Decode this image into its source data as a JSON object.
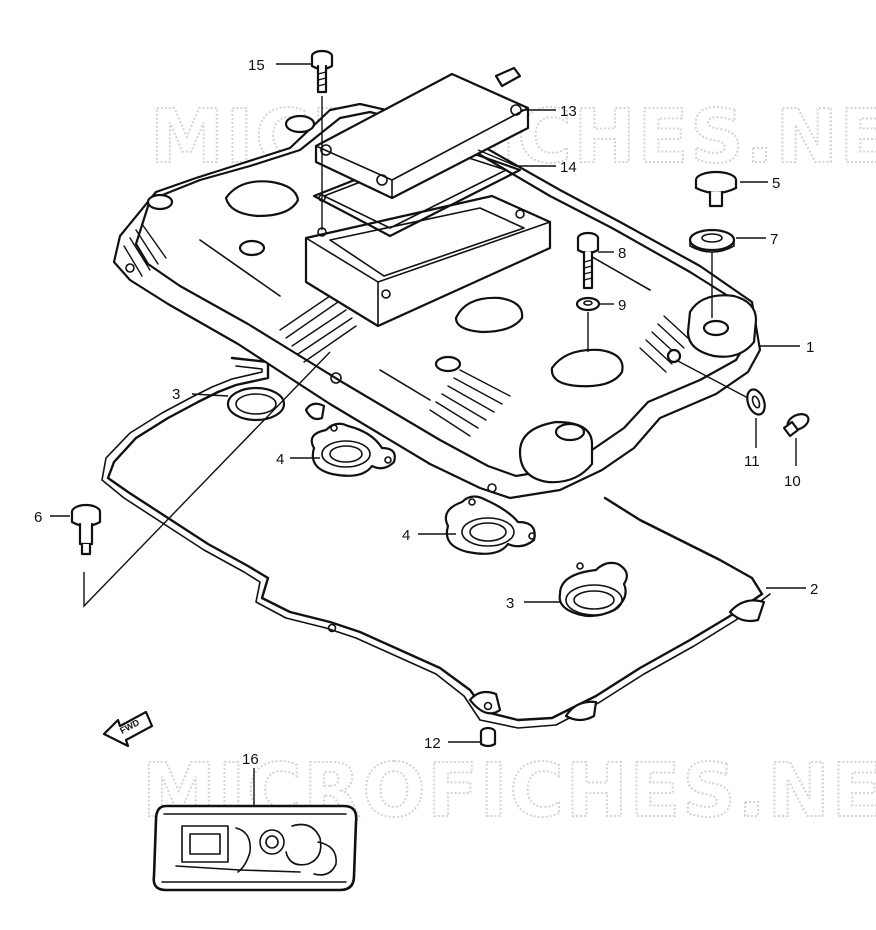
{
  "watermark": {
    "text": "MICROFICHES.NET",
    "color": "#d4d4d4"
  },
  "direction_arrow": {
    "label": "FWD"
  },
  "callouts": [
    {
      "id": "c15",
      "label": "15"
    },
    {
      "id": "c13",
      "label": "13"
    },
    {
      "id": "c14",
      "label": "14"
    },
    {
      "id": "c5",
      "label": "5"
    },
    {
      "id": "c7",
      "label": "7"
    },
    {
      "id": "c8",
      "label": "8"
    },
    {
      "id": "c9",
      "label": "9"
    },
    {
      "id": "c1",
      "label": "1"
    },
    {
      "id": "c3a",
      "label": "3"
    },
    {
      "id": "c11",
      "label": "11"
    },
    {
      "id": "c10",
      "label": "10"
    },
    {
      "id": "c4a",
      "label": "4"
    },
    {
      "id": "c6",
      "label": "6"
    },
    {
      "id": "c4b",
      "label": "4"
    },
    {
      "id": "c2",
      "label": "2"
    },
    {
      "id": "c3b",
      "label": "3"
    },
    {
      "id": "c12",
      "label": "12"
    },
    {
      "id": "c16",
      "label": "16"
    }
  ]
}
